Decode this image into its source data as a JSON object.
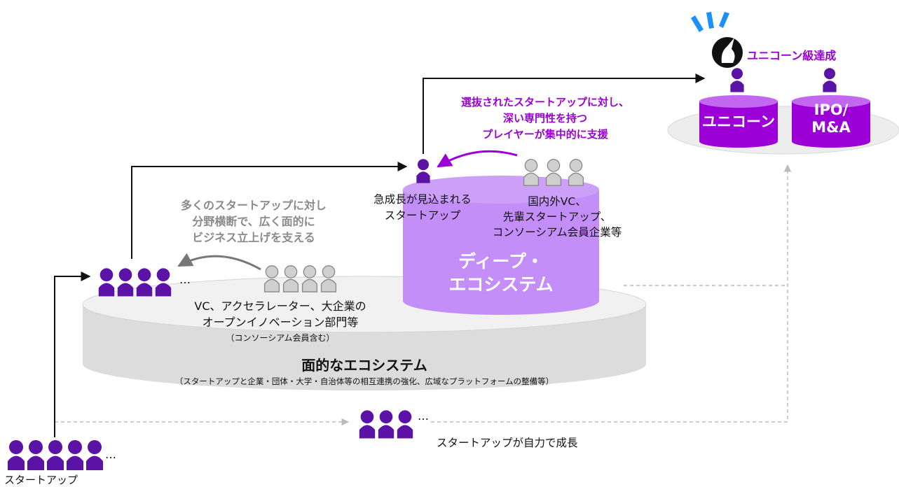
{
  "colors": {
    "accent": "#9b00d6",
    "person_purple": "#5b12a6",
    "person_gray": "#c8c8c8",
    "platform_gray": "#e6e6e6"
  },
  "icons": {
    "unicorn": "unicorn-icon",
    "sparkle": "sparkle-icon",
    "person": "person-icon"
  },
  "unicorn_label": "ユニコーン級達成",
  "unicorn_cylinder_label": "ユニコーン",
  "ipo_label": "IPO/\nM&A",
  "select_support": "選抜されたスタートアップに対し、\n深い専門性を持つ\nプレイヤーが集中的に支援",
  "fast_growth_label": "急成長が見込まれる\nスタートアップ",
  "deep_players": "国内外VC、\n先輩スタートアップ、\nコンソーシアム会員企業等",
  "deep_eco_label": "ディープ・\nエコシステム",
  "broad_support": "多くのスタートアップに対し\n分野横断で、広く面的に\nビジネス立上げを支える",
  "broad_players": "VC、アクセラレーター、大企業の\nオープンイノベーション部門等",
  "broad_players_note": "（コンソーシアム会員含む）",
  "broad_eco_label": "面的なエコシステム",
  "broad_eco_note": "（スタートアップと企業・団体・大学・自治体等の相互連携の強化、広域なプラットフォームの整備等）",
  "self_growth": "スタートアップが自力で成長",
  "startup_label": "スタートアップ",
  "ellipsis": "…"
}
